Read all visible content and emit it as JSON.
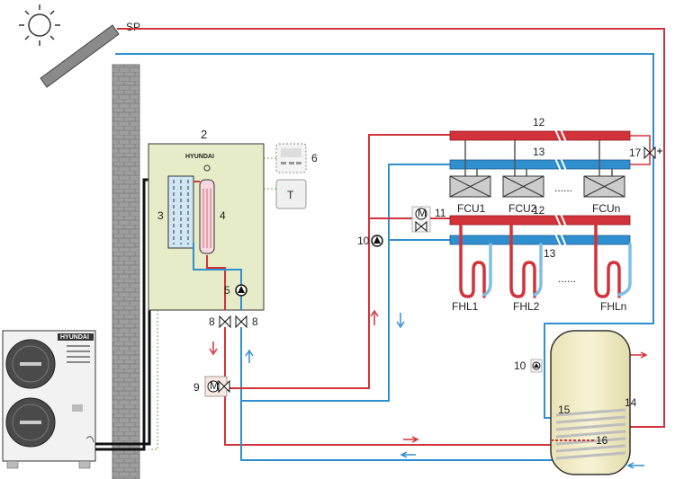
{
  "labels": {
    "solar_panel": "SP",
    "indoor_unit": "2",
    "indoor_brand": "HYUNDAI",
    "outdoor_brand": "HYUNDAI",
    "plate_hx": "3",
    "backup_heater": "4",
    "pump_internal": "5",
    "controller": "6",
    "thermostat": "T",
    "valve_left": "8",
    "valve_right": "8",
    "three_way_valve": "9",
    "pump_circuit": "10",
    "pump_dhw": "10",
    "motor_valve": "11",
    "fcu_supply": "12",
    "fcu_return": "13",
    "fhl_supply": "12",
    "fhl_return": "13",
    "tank": "14",
    "solar_coil": "15",
    "heat_pump_coil": "16",
    "bypass_valve": "17",
    "valve_motor_symbol": "M",
    "fcu": [
      "FCU1",
      "FCU2",
      "FCUn"
    ],
    "fhl": [
      "FHL1",
      "FHL2",
      "FHLn"
    ],
    "ellipsis": "......"
  },
  "colors": {
    "supply": "#d2333a",
    "return": "#2f8fcf",
    "indoor_unit_fill": "#e6ecc8",
    "wall": "#9e9e9e",
    "tank_fill": "#f0ecc8",
    "heater": "#e48a9c"
  }
}
